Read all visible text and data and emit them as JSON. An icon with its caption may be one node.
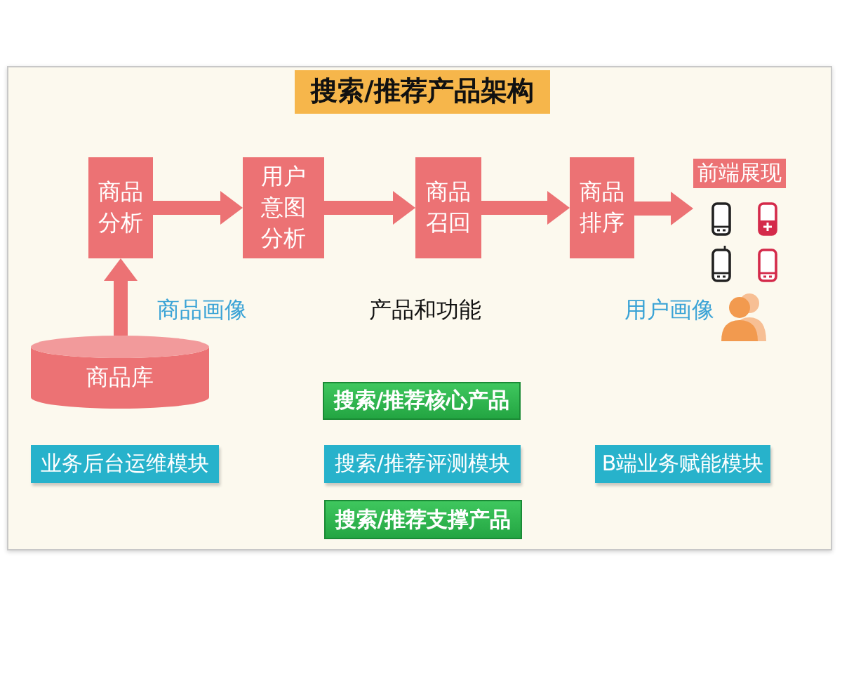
{
  "diagram": {
    "title": "搜索/推荐产品架构",
    "nodes": [
      {
        "text": [
          "商品分析"
        ]
      },
      {
        "text": [
          "用户意图分析"
        ]
      },
      {
        "text": [
          "商品召回"
        ]
      },
      {
        "text": [
          "商品排序"
        ]
      },
      {
        "text": [
          "前端展现"
        ]
      },
      {
        "text": [
          "商品库"
        ]
      },
      {
        "text": [
          "搜索/推荐核心产品"
        ]
      },
      {
        "text": [
          "业务后台运维模块"
        ]
      },
      {
        "text": [
          "搜索/推荐评测模块"
        ]
      },
      {
        "text": [
          "B端业务赋能模块"
        ]
      },
      {
        "text": [
          "搜索/推荐支撑产品"
        ]
      }
    ],
    "edges": [
      {
        "from": 0,
        "to": 1,
        "arrow": "to"
      },
      {
        "from": 1,
        "to": 2,
        "arrow": "to"
      },
      {
        "from": 2,
        "to": 3,
        "arrow": "to"
      },
      {
        "from": 3,
        "to": 4,
        "arrow": "to"
      },
      {
        "from": 5,
        "to": 0,
        "arrow": "to"
      }
    ],
    "labels": [
      "商品画像",
      "产品和功能",
      "用户画像"
    ]
  }
}
